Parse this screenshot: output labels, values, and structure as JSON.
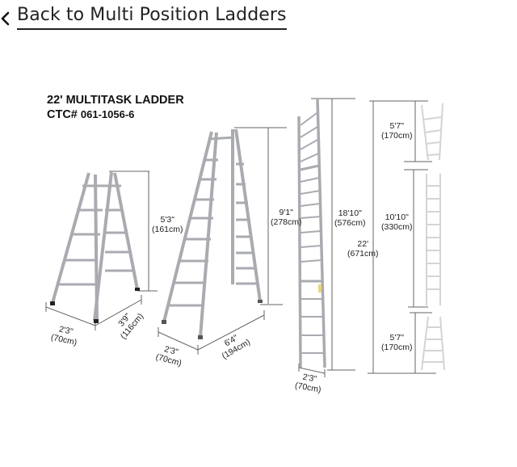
{
  "nav": {
    "back_label": "Back to Multi Position Ladders",
    "back_icon": "chevron-left-icon"
  },
  "figure": {
    "title": "22' MULTITASK LADDER",
    "code_label": "CTC#",
    "code_value": "061-1056-6",
    "ladders": [
      {
        "name": "a-frame-short",
        "height": {
          "imperial": "5'3\"",
          "metric": "(161cm)"
        },
        "width": {
          "imperial": "2'3\"",
          "metric": "(70cm)"
        },
        "depth": {
          "imperial": "3'9\"",
          "metric": "(116cm)"
        }
      },
      {
        "name": "a-frame-tall",
        "height": {
          "imperial": "9'1\"",
          "metric": "(278cm)"
        },
        "width": {
          "imperial": "2'3\"",
          "metric": "(70cm)"
        },
        "depth": {
          "imperial": "6'4\"",
          "metric": "(194cm)"
        }
      },
      {
        "name": "extension",
        "height": {
          "imperial": "18'10\"",
          "metric": "(576cm)"
        },
        "width": {
          "imperial": "2'3\"",
          "metric": "(70cm)"
        }
      },
      {
        "name": "scaffold-sections",
        "total": {
          "imperial": "22'",
          "metric": "(671cm)"
        },
        "top": {
          "imperial": "5'7\"",
          "metric": "(170cm)"
        },
        "middle": {
          "imperial": "10'10\"",
          "metric": "(330cm)"
        },
        "bottom": {
          "imperial": "5'7\"",
          "metric": "(170cm)"
        }
      }
    ]
  }
}
